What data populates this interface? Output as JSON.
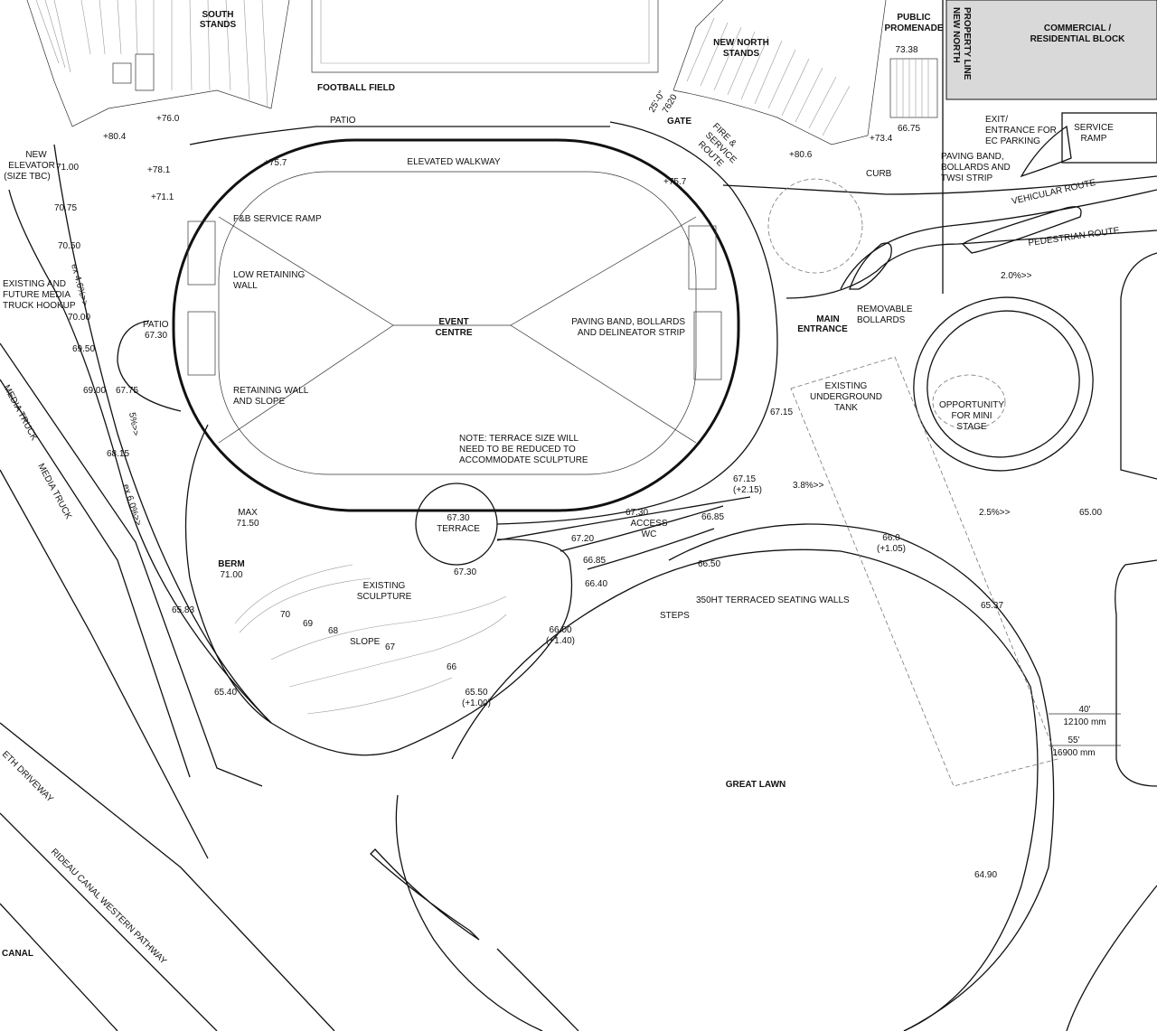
{
  "colors": {
    "line": "#111111",
    "paper": "#ffffff",
    "block_fill": "#d9d9d9"
  },
  "labels": {
    "south_stands": [
      "SOUTH",
      "STANDS"
    ],
    "football_field": "FOOTBALL FIELD",
    "patio_top": "PATIO",
    "new_north_stands": [
      "NEW NORTH",
      "STANDS"
    ],
    "public_promenade": [
      "PUBLIC",
      "PROMENADE"
    ],
    "promenade_level": "73.38",
    "property_line": [
      "NEW NORTH",
      "PROPERTY LINE"
    ],
    "commercial_block": [
      "COMMERCIAL /",
      "RESIDENTIAL BLOCK"
    ],
    "service_ramp": [
      "SERVICE",
      "RAMP"
    ],
    "exit_parking": [
      "EXIT/",
      "ENTRANCE FOR",
      "EC PARKING"
    ],
    "paving_band_top": [
      "PAVING BAND,",
      "BOLLARDS AND",
      "TWSI STRIP"
    ],
    "gate": "GATE",
    "fire_route": [
      "FIRE &",
      "SERVICE",
      "ROUTE"
    ],
    "dim_25": "25'-0\"",
    "dim_7620": "7620",
    "elev_7340": "+73.4",
    "elev_6675": "66.75",
    "curb": "CURB",
    "elev_806": "+80.6",
    "vehicular_route": "VEHICULAR ROUTE",
    "pedestrian_route": "PEDESTRIAN ROUTE",
    "grade_2": "2.0%>>",
    "new_elevator": [
      "NEW",
      "ELEVATOR",
      "(SIZE TBC)"
    ],
    "elev_804": "+80.4",
    "elev_760": "+76.0",
    "elev_781": "+78.1",
    "elev_711": "+71.1",
    "elev_757a": "+75.7",
    "elev_757b": "+75.7",
    "elev_7100": "71.00",
    "elev_7075": "70.75",
    "elev_7050": "70.50",
    "elev_7000": "70.00",
    "elev_6950": "69.50",
    "elev_6900": "69.00",
    "elev_6775": "67.75",
    "elev_6815": "68.15",
    "elev_6583": "65.83",
    "elev_6540": "65.40",
    "ex46": "ex 4.6%>>",
    "ex60": "ex 6.0%>>",
    "grade_5": "5%>>",
    "existing_media": [
      "EXISTING AND",
      "FUTURE MEDIA",
      "TRUCK HOOKUP"
    ],
    "patio_left": "PATIO",
    "patio_left_level": "67.30",
    "elevated_walkway": "ELEVATED WALKWAY",
    "fb_service_ramp": "F&B SERVICE RAMP",
    "low_retaining_wall": [
      "LOW RETAINING",
      "WALL"
    ],
    "event_centre": [
      "EVENT",
      "CENTRE"
    ],
    "paving_band_mid": [
      "PAVING BAND, BOLLARDS",
      "AND DELINEATOR STRIP"
    ],
    "retaining_wall_slope": [
      "RETAINING WALL",
      "AND SLOPE"
    ],
    "note_terrace": [
      "NOTE: TERRACE SIZE WILL",
      "NEED TO BE REDUCED TO",
      "ACCOMMODATE SCULPTURE"
    ],
    "main_entrance": [
      "MAIN",
      "ENTRANCE"
    ],
    "removable_bollards": [
      "REMOVABLE",
      "BOLLARDS"
    ],
    "underground_tank": [
      "EXISTING",
      "UNDERGROUND",
      "TANK"
    ],
    "mini_stage": [
      "OPPORTUNITY",
      "FOR MINI",
      "STAGE"
    ],
    "elev_6715": "67.15",
    "elev_6715b": [
      "67.15",
      "(+2.15)"
    ],
    "grade_38": "3.8%>>",
    "grade_25": "2.5%>>",
    "elev_6500": "65.00",
    "max_berm": [
      "MAX",
      "71.50"
    ],
    "berm": "BERM",
    "berm_level": "71.00",
    "terrace": [
      "67.30",
      "TERRACE"
    ],
    "elev_6730": "67.30",
    "elev_6730b": "67.30",
    "access_wc": [
      "ACCESS",
      "WC"
    ],
    "elev_6720": "67.20",
    "elev_6685a": "66.85",
    "elev_6685b": "66.85",
    "elev_6640": "66.40",
    "elev_6650": "66.50",
    "elev_660": [
      "66.0",
      "(+1.05)"
    ],
    "elev_6537": "65.37",
    "existing_sculpture": [
      "EXISTING",
      "SCULPTURE"
    ],
    "terraced_walls": "350HT TERRACED SEATING WALLS",
    "steps": "STEPS",
    "contour_70": "70",
    "contour_69": "69",
    "contour_68": "68",
    "contour_67": "67",
    "contour_66": "66",
    "slope": "SLOPE",
    "elev_6600": [
      "66.00",
      "(+1.40)"
    ],
    "elev_6550": [
      "65.50",
      "(+1.00)"
    ],
    "dim_40": "40'",
    "dim_12100": "12100 mm",
    "dim_55": "55'",
    "dim_16900": "16900 mm",
    "great_lawn": "GREAT LAWN",
    "elev_6490": "64.90",
    "media_truck_a": "MEDIA TRUCK",
    "media_truck_b": "MEDIA TRUCK",
    "driveway": "ETH DRIVEWAY",
    "canal_pathway": "RIDEAU CANAL WESTERN PATHWAY",
    "canal": "CANAL"
  }
}
